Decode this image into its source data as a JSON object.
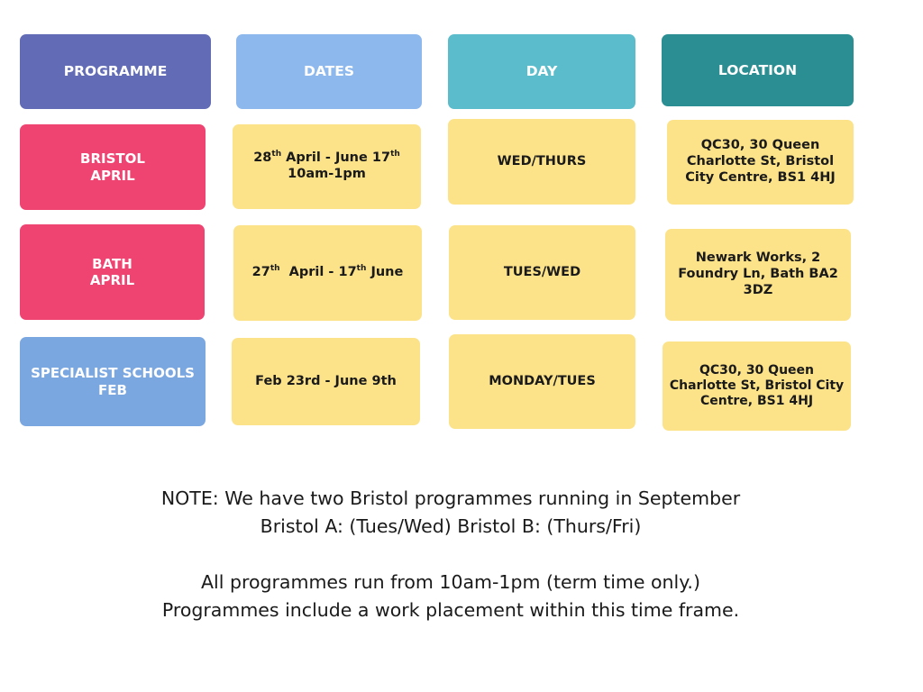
{
  "colors": {
    "programme_header": "#626bb6",
    "dates_header": "#8cb8ee",
    "day_header": "#5bbdcb",
    "location_header": "#2a8e92",
    "programme_pink": "#ef4371",
    "programme_blue": "#7ba7e0",
    "cell_yellow": "#fce38a"
  },
  "headers": {
    "programme": "PROGRAMME",
    "dates": "DATES",
    "day": "DAY",
    "location": "LOCATION"
  },
  "rows": [
    {
      "programme_line1": "BRISTOL",
      "programme_line2": "APRIL",
      "dates_day1": "28",
      "dates_sup1": "th",
      "dates_mid": " April - June 17",
      "dates_sup2": "th",
      "dates_time": "10am-1pm",
      "day": "WED/THURS",
      "location": "QC30, 30 Queen Charlotte St, Bristol City Centre, BS1 4HJ"
    },
    {
      "programme_line1": "BATH",
      "programme_line2": "APRIL",
      "dates_day1": "27",
      "dates_sup1": "th",
      "dates_mid": "  April - 17",
      "dates_sup2": "th",
      "dates_end": " June",
      "day": "TUES/WED",
      "location": "Newark Works, 2 Foundry Ln, Bath BA2 3DZ"
    },
    {
      "programme_line1": "SPECIALIST SCHOOLS",
      "programme_line2": "FEB",
      "dates": "Feb 23rd - June 9th",
      "day": "MONDAY/TUES",
      "location": "QC30, 30 Queen Charlotte St, Bristol City Centre, BS1 4HJ"
    }
  ],
  "note": {
    "line1": "NOTE: We have two Bristol programmes running in September",
    "line2": "Bristol A: (Tues/Wed) Bristol B: (Thurs/Fri)",
    "line3": "All programmes run from 10am-1pm (term time only.)",
    "line4": "Programmes include a work placement within this time frame."
  }
}
